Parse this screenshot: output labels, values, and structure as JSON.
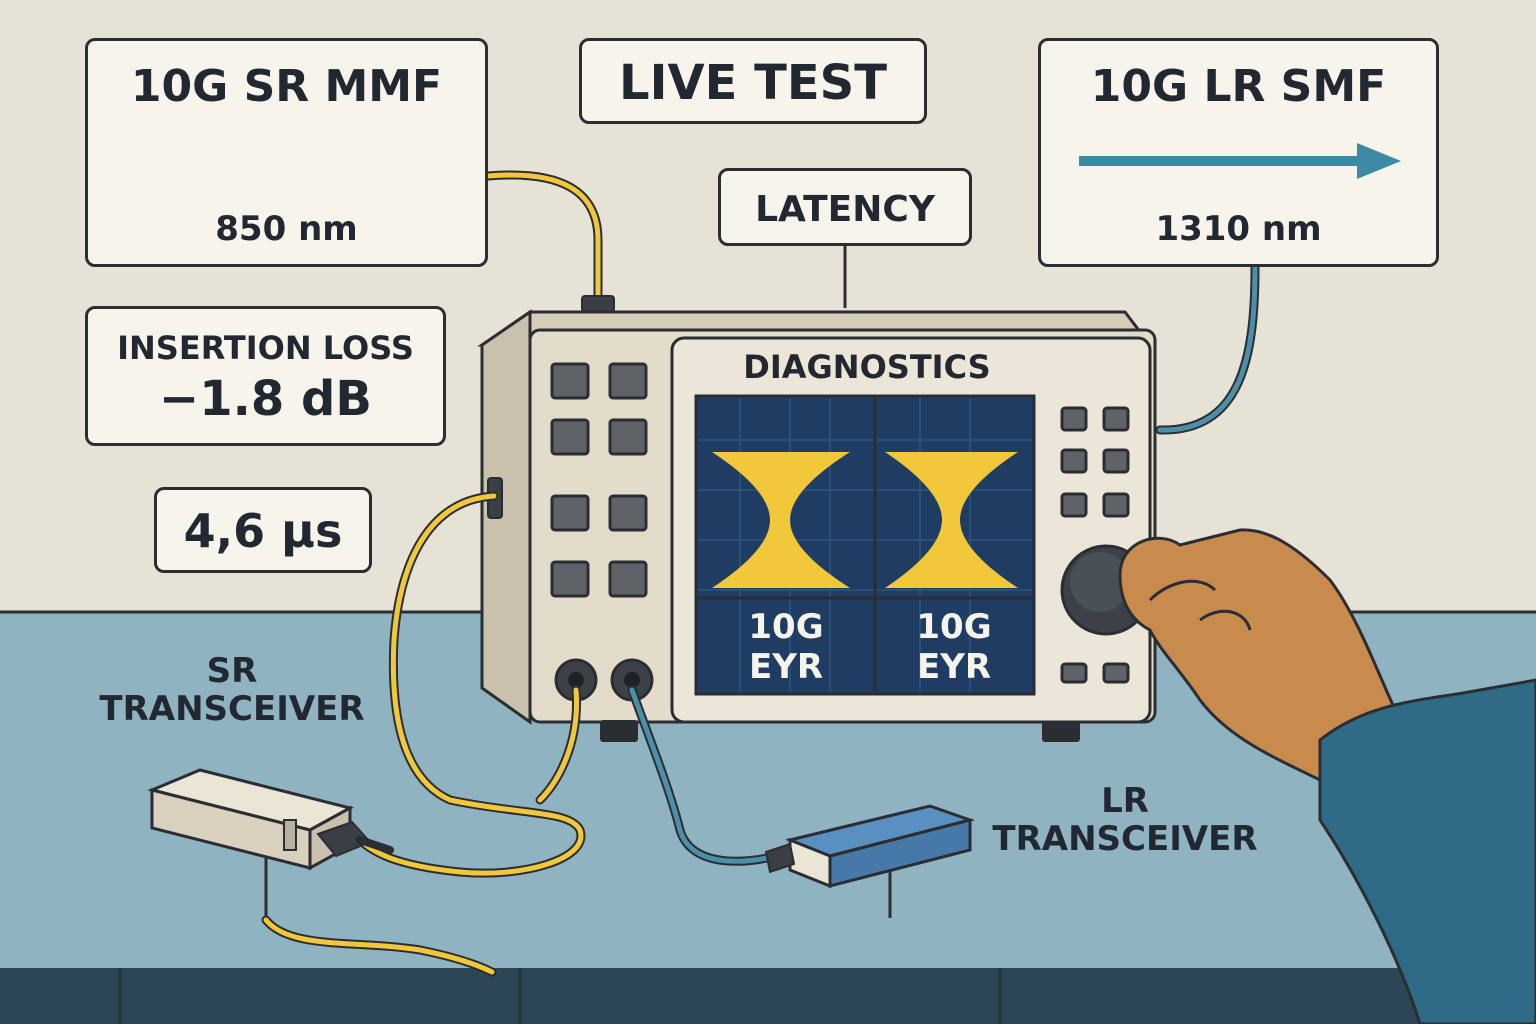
{
  "labels": {
    "sr_box_title": "10G SR MMF",
    "sr_wavelength": "850 nm",
    "live_test": "LIVE TEST",
    "lr_box_title": "10G LR SMF",
    "lr_wavelength": "1310 nm",
    "latency": "LATENCY",
    "insertion_loss_title": "INSERTION LOSS",
    "insertion_loss_value": "−1.8 dB",
    "latency_value": "4,6 µs",
    "diagnostics": "DIAGNOSTICS",
    "screen_left_rate": "10G",
    "screen_left_label": "EYR",
    "screen_right_rate": "10G",
    "screen_right_label": "EYR",
    "sr_transceiver_line1": "SR",
    "sr_transceiver_line2": "TRANSCEIVER",
    "lr_transceiver_line1": "LR",
    "lr_transceiver_line2": "TRANSCEIVER"
  },
  "colors": {
    "wall": "#e7e2d6",
    "table": "#8fb3c1",
    "instrument": "#e3dccb",
    "screen": "#1f3d63",
    "eye_pattern": "#f1c83a",
    "sr_fiber": "#f1c83a",
    "lr_fiber": "#4b8fa8",
    "arrow": "#3c8aa3",
    "outline": "#2a2e33",
    "skin": "#c98a4e",
    "sleeve": "#2f6b86"
  }
}
